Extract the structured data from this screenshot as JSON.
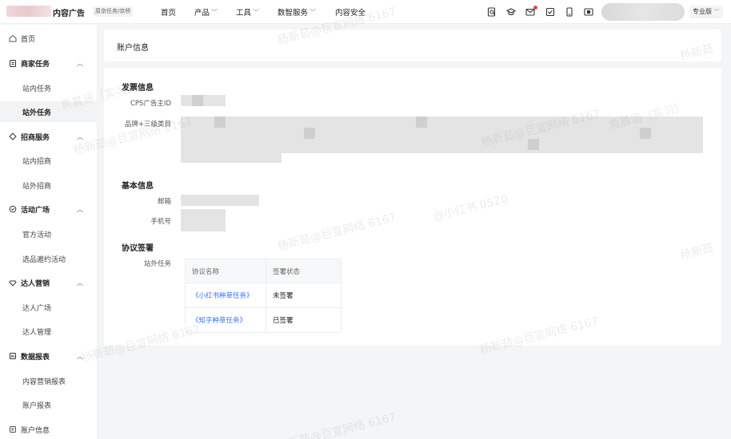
{
  "header": {
    "brand": "内容广告",
    "brand_tag": "原京任务/京桥",
    "nav": [
      {
        "label": "首页",
        "dropdown": false
      },
      {
        "label": "产品",
        "dropdown": true
      },
      {
        "label": "工具",
        "dropdown": true
      },
      {
        "label": "数智服务",
        "dropdown": true
      },
      {
        "label": "内容安全",
        "dropdown": false
      }
    ],
    "tool_icons": [
      "search-doc-icon",
      "graduation-cap-icon",
      "mail-icon",
      "checklist-icon",
      "phone-icon",
      "screen-icon"
    ],
    "version_label": "专业版",
    "notification_color": "#e64545"
  },
  "sidebar": {
    "items": [
      {
        "label": "首页",
        "type": "top",
        "icon": "home-icon"
      },
      {
        "label": "商家任务",
        "type": "group",
        "icon": "clipboard-icon"
      },
      {
        "label": "站内任务",
        "type": "sub"
      },
      {
        "label": "站外任务",
        "type": "sub",
        "active": true
      },
      {
        "label": "招商服务",
        "type": "group",
        "icon": "diamond-icon"
      },
      {
        "label": "站内招商",
        "type": "sub"
      },
      {
        "label": "站外招商",
        "type": "sub"
      },
      {
        "label": "活动广场",
        "type": "group",
        "icon": "badge-icon"
      },
      {
        "label": "官方活动",
        "type": "sub"
      },
      {
        "label": "选品邀约活动",
        "type": "sub"
      },
      {
        "label": "达人营销",
        "type": "group",
        "icon": "gem-icon"
      },
      {
        "label": "达人广场",
        "type": "sub"
      },
      {
        "label": "达人管理",
        "type": "sub"
      },
      {
        "label": "数据报表",
        "type": "group",
        "icon": "report-icon"
      },
      {
        "label": "内容营销报表",
        "type": "sub"
      },
      {
        "label": "账户报表",
        "type": "sub"
      },
      {
        "label": "账户信息",
        "type": "top",
        "icon": "account-icon"
      }
    ]
  },
  "page": {
    "title": "账户信息",
    "invoice": {
      "section_title": "发票信息",
      "cps_label": "CPS广告主ID",
      "brand_label": "品牌+三级类目"
    },
    "basic": {
      "section_title": "基本信息",
      "email_label": "邮箱",
      "phone_label": "手机号"
    },
    "agreement": {
      "section_title": "协议签署",
      "row_label": "站外任务",
      "columns": [
        "协议名称",
        "签署状态"
      ],
      "rows": [
        {
          "name": "《小红书种草任务》",
          "status": "未签署"
        },
        {
          "name": "《知乎种草任务》",
          "status": "已签署"
        }
      ]
    },
    "link_color": "#3370ff"
  },
  "watermarks": [
    "杨新茹@巨宣网络 6167",
    "袁晨涵（实习）",
    "@小红书 0520",
    "杨新茹"
  ]
}
